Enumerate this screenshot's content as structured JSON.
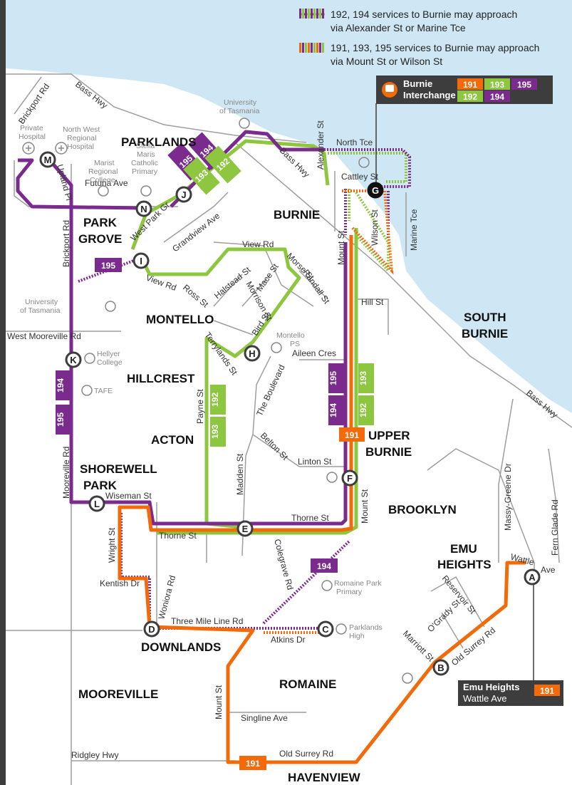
{
  "colors": {
    "purple": "#7b2a8e",
    "green": "#8dc63f",
    "orange": "#f26a0a",
    "sea": "#cfe7f4",
    "road": "#9e9e9e",
    "dark": "#3d3d3d"
  },
  "legend": {
    "line1": "192, 194 services to Burnie may approach",
    "line2": "via Alexander St or Marine Tce",
    "line3": "191, 193, 195 services to Burnie may approach",
    "line4": "via Mount St or Wilson St"
  },
  "interchange": {
    "name1": "Burnie",
    "name2": "Interchange",
    "routes_top": [
      "191",
      "193",
      "195"
    ],
    "routes_bottom": [
      "192",
      "194"
    ],
    "icon": "bus-icon"
  },
  "emu_box": {
    "name1": "Emu Heights",
    "name2": "Wattle Ave",
    "route": "191"
  },
  "suburbs": {
    "parklands": "PARKLANDS",
    "park": "PARK",
    "grove": "GROVE",
    "burnie": "BURNIE",
    "south": "SOUTH",
    "burnie2": "BURNIE",
    "montello": "MONTELLO",
    "hillcrest": "HILLCREST",
    "acton": "ACTON",
    "upper": "UPPER",
    "burnie3": "BURNIE",
    "shorewell": "SHOREWELL",
    "park2": "PARK",
    "brooklyn": "BROOKLYN",
    "emu": "EMU",
    "heights": "HEIGHTS",
    "downlands": "DOWNLANDS",
    "mooreville": "MOOREVILLE",
    "romaine": "ROMAINE",
    "havenview": "HAVENVIEW"
  },
  "streets": {
    "brickport_top": "Brickport Rd",
    "bass_hwy_top": "Bass Hwy",
    "bass_hwy_mid": "Bass Hwy",
    "bass_hwy_right": "Bass Hwy",
    "north_tce": "North Tce",
    "alexander": "Alexander St",
    "cattley": "Cattley St",
    "wilson": "Wilson St",
    "marine": "Marine Tce",
    "upland": "Upland Pl",
    "futuna": "Futuna Ave",
    "west_park": "West Park Gr",
    "grandview": "Grandview Ave",
    "view_rd_top": "View Rd",
    "view_rd_left": "View Rd",
    "ross": "Ross St",
    "halstead": "Halstead St",
    "mace": "Mace St",
    "morse": "Morse St",
    "randall": "Randall St",
    "morrison": "Morrison St",
    "bird": "Bird St",
    "mount_top": "Mount St",
    "hill": "Hill St",
    "brickport_left": "Brickport Rd",
    "west_mooreville": "West Mooreville Rd",
    "terrylands": "Terrylands St",
    "aileen": "Aileen Cres",
    "boulevard": "The Boulevard",
    "payne": "Payne St",
    "belton": "Belton St",
    "linton": "Linton St",
    "madden": "Madden St",
    "mooreville_rd": "Mooreville Rd",
    "wiseman": "Wiseman St",
    "mount_mid": "Mount St",
    "thorne_right": "Thorne St",
    "thorne_left": "Thorne St",
    "massy": "Massy-Greene Dr",
    "fern": "Fern Glade Rd",
    "wattle1": "Wattle",
    "wattle2": "Ave",
    "wright": "Wright St",
    "kentish": "Kentish Dr",
    "woniora": "Woniora Rd",
    "colegrave": "Colegrave Rd",
    "reservoir": "Reservoir St",
    "ogrady": "O'Grady St",
    "old_surrey_right": "Old Surrey Rd",
    "marriott": "Marriott St",
    "three_mile": "Three Mile Line Rd",
    "atkins": "Atkins Dr",
    "mount_bottom": "Mount St",
    "singline": "Singline Ave",
    "ridgley": "Ridgley Hwy",
    "old_surrey_bottom": "Old Surrey Rd"
  },
  "pois": {
    "private_hospital_1": "Private",
    "private_hospital_2": "Hospital",
    "nw_hospital_1": "North West",
    "nw_hospital_2": "Regional",
    "nw_hospital_3": "Hospital",
    "uni_top_1": "University",
    "uni_top_2": "of Tasmania",
    "marist_1": "Marist",
    "marist_2": "Regional",
    "marist_3": "College",
    "stella_1": "Stella",
    "stella_2": "Maris",
    "stella_3": "Catholic",
    "stella_4": "Primary",
    "uni_left_1": "University",
    "uni_left_2": "of Tasmania",
    "montello_1": "Montello",
    "montello_2": "PS",
    "hellyer_1": "Hellyer",
    "hellyer_2": "College",
    "tafe": "TAFE",
    "romaine_park_1": "Romaine Park",
    "romaine_park_2": "Primary",
    "parklands_high_1": "Parklands",
    "parklands_high_2": "High"
  },
  "stops": [
    "A",
    "B",
    "C",
    "D",
    "E",
    "F",
    "G",
    "H",
    "I",
    "J",
    "K",
    "L",
    "M",
    "N"
  ],
  "route_tags": {
    "parklands_195": "195",
    "parklands_194": "194",
    "parklands_193": "193",
    "parklands_192": "192",
    "park_grove_195": "195",
    "mooreville_194": "194",
    "mooreville_195": "195",
    "acton_192": "192",
    "acton_193": "193",
    "upper_195": "195",
    "upper_194": "194",
    "upper_193": "193",
    "upper_192": "192",
    "upper_191": "191",
    "colegrave_194": "194",
    "havenview_191": "191"
  }
}
